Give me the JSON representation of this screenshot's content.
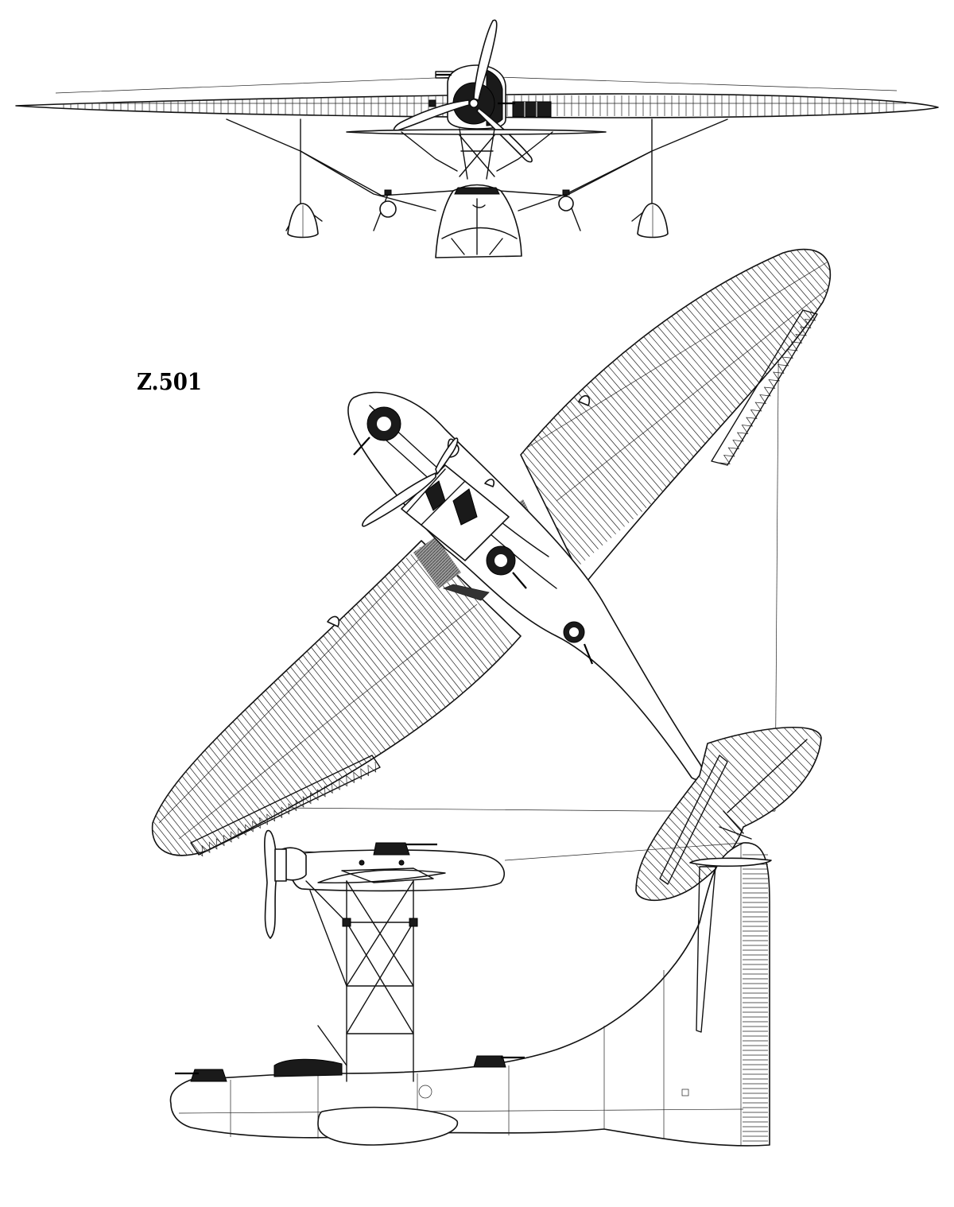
{
  "figure": {
    "label": "Z.501"
  },
  "views": {
    "front": "front-view",
    "plan": "plan-view",
    "side": "side-view"
  },
  "colors": {
    "line": "#111111",
    "background": "#ffffff",
    "shade": "#7a7a7a",
    "dark": "#1a1a1a"
  }
}
